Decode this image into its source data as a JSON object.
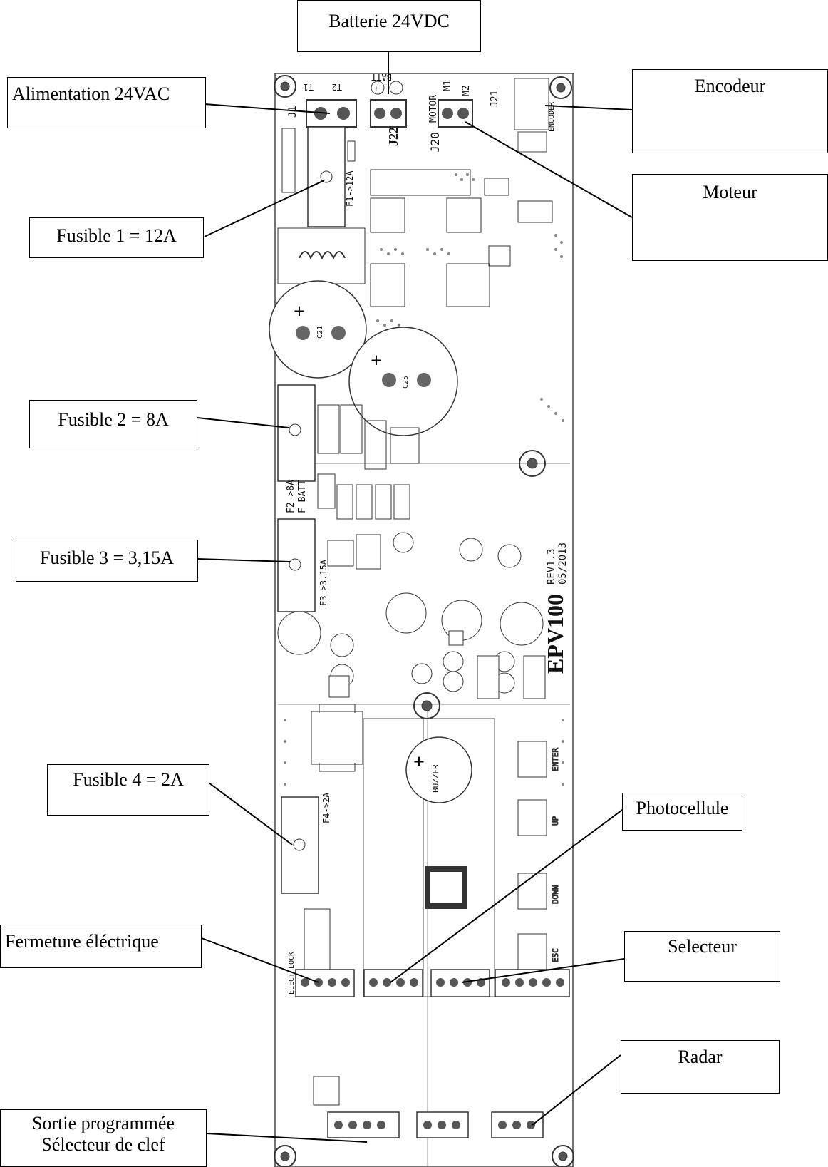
{
  "callouts": {
    "batterie": "Batterie 24VDC",
    "alimentation": "Alimentation 24VAC",
    "encodeur": "Encodeur",
    "moteur": "Moteur",
    "fusible1": "Fusible 1 = 12A",
    "fusible2": "Fusible 2 = 8A",
    "fusible3": "Fusible 3 = 3,15A",
    "fusible4": "Fusible 4 = 2A",
    "photocellule": "Photocellule",
    "fermeture": "Fermeture éléctrique",
    "selecteur": "Selecteur",
    "radar": "Radar",
    "sortie_line1": "Sortie programmée",
    "sortie_line2": "Sélecteur de clef"
  },
  "board": {
    "model": "EPV100",
    "revision": "REV1.3",
    "date": "05/2013",
    "j1": "J1",
    "j1_t1": "T1",
    "j1_t2": "T2",
    "j22": "J22",
    "j22_batt": "BATT",
    "j20": "J20",
    "j20_motor": "MOTOR",
    "j20_m1": "M1",
    "j20_m2": "M2",
    "j21": "J21",
    "j21_encoder": "ENCODER",
    "f1_label": "F1->12A",
    "f2_label": "F2->8A",
    "f2_batt": "F BATT",
    "f3_label": "F3->3.15A",
    "f4_label": "F4->2A",
    "buzzer": "BUZZER",
    "enter": "ENTER",
    "up": "UP",
    "down": "DOWN",
    "esc": "ESC",
    "elect_lock": "ELECT LOCK",
    "c21": "C21",
    "c25": "C25"
  }
}
